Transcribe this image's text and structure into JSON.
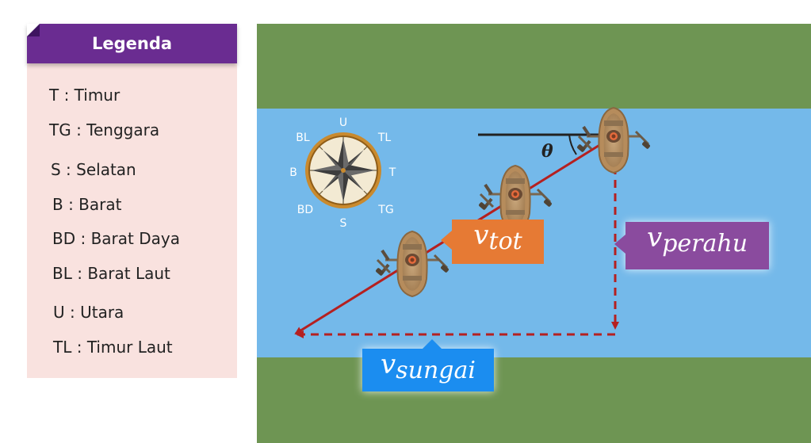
{
  "legend": {
    "title": "Legenda",
    "items": [
      "T : Timur",
      "TG : Tenggara",
      "S : Selatan",
      "B : Barat",
      "BD : Barat Daya",
      "BL : Barat Laut",
      "U : Utara",
      "TL : Timur Laut"
    ]
  },
  "compass": {
    "north": "U",
    "south": "S",
    "east": "T",
    "west": "B",
    "northeast": "TL",
    "northwest": "BL",
    "southeast": "TG",
    "southwest": "BD"
  },
  "diagram": {
    "theta": "θ",
    "v_tot": {
      "main": "v",
      "sub": "tot"
    },
    "v_perahu": {
      "main": "v",
      "sub": "perahu"
    },
    "v_sungai": {
      "main": "v",
      "sub": "sungai"
    }
  },
  "colors": {
    "grass": "#6e9553",
    "river": "#74b9ea",
    "vector": "#b52020",
    "tot_label": "#e67a34",
    "perahu_label": "#8a4b9e",
    "sungai_label": "#1b8df0",
    "legend_header": "#6a2c91",
    "legend_bg": "#f9e2df"
  }
}
